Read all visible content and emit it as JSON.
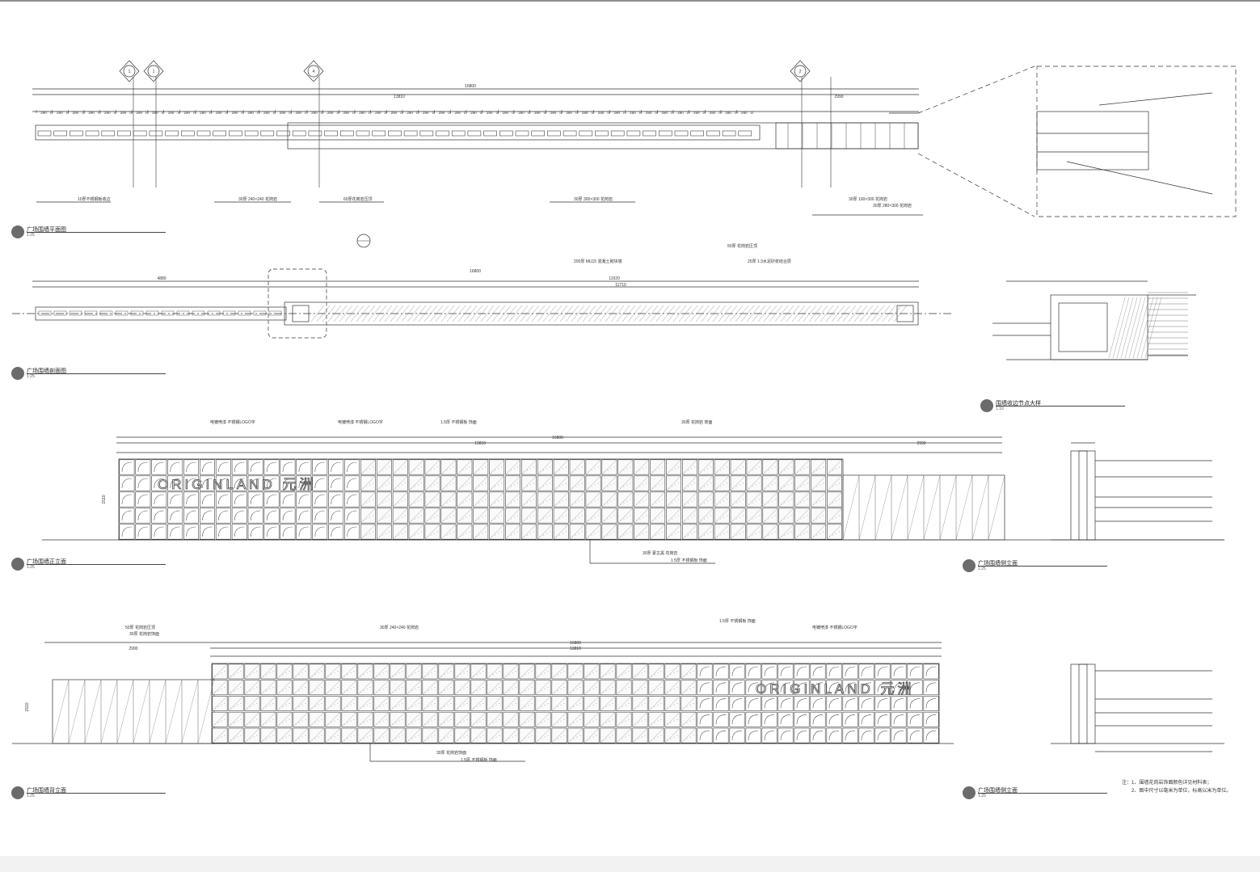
{
  "views": {
    "plan": {
      "title": "广场围墙平面图",
      "scale": "1:25"
    },
    "section": {
      "title": "广场围墙剖面图",
      "scale": "1:25"
    },
    "detail": {
      "title": "围墙收边节点大样",
      "scale": "1:10"
    },
    "front_elevation": {
      "title": "广场围墙正立面",
      "scale": "1:25"
    },
    "side_elevation_a": {
      "title": "广场围墙侧立面",
      "scale": "1:25"
    },
    "back_elevation": {
      "title": "广场围墙背立面",
      "scale": "1:25"
    },
    "side_elevation_b": {
      "title": "广场围墙侧立面",
      "scale": "1:25"
    }
  },
  "brand_text": "ORIGINLAND 元洲",
  "dimensions": {
    "total_length": "16800",
    "segment_main": "13810",
    "segment_end": "2990",
    "module": "290",
    "joint": "10",
    "section_total": "16800",
    "section_left": "4880",
    "section_right": "11920",
    "section_inner": "11710",
    "height_total": "1510"
  },
  "section_markers": [
    "1",
    "1",
    "4",
    "2"
  ],
  "callouts": {
    "plan": [
      "10厚不锈钢板收边",
      "60厚花岗岩压顶",
      "30厚 240×240 花岗岩",
      "30厚 300×300 花岗岩",
      "30厚 100×300 花岗岩",
      "30厚 280×300 花岗岩"
    ],
    "section": [
      "200厚 MU15 混凝土砌块墙",
      "50厚 花岗岩压顶",
      "25厚 1:3水泥砂浆结合层"
    ],
    "front": [
      "电镀喷漆 不锈钢LOGO字",
      "1.5厚 不锈钢板 饰面",
      "30厚 花岗岩 饰面",
      "30厚 蒙古黑 花岗岩"
    ],
    "back": [
      "50厚 花岗岩压顶",
      "30厚 花岗岩饰面",
      "30厚 240×240 花岗岩",
      "1.5厚 不锈钢板 饰面",
      "电镀喷漆 不锈钢LOGO字"
    ]
  },
  "notes": {
    "line1": "注：1、围墙花岗岩饰面颜色详见材料表；",
    "line2": "2、图中尺寸以毫米为单位，标高以米为单位。"
  }
}
